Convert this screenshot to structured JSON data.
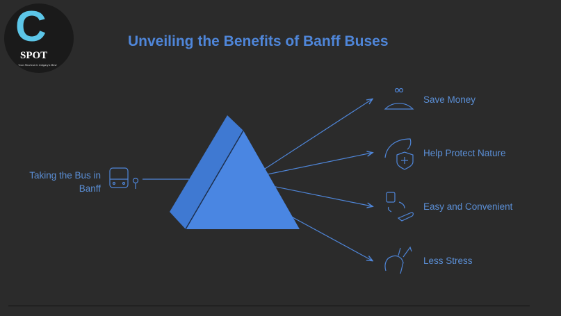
{
  "title": "Unveiling the Benefits of Banff Buses",
  "logo": {
    "letter": "C",
    "name": "SPOT",
    "tagline": "Your Shortcut to Calgary's Best"
  },
  "input": {
    "label_line1": "Taking the Bus in",
    "label_line2": "Banff",
    "icon": "bus-stop-icon"
  },
  "benefits": [
    {
      "label": "Save Money",
      "icon": "coin-purse-icon"
    },
    {
      "label": "Help Protect Nature",
      "icon": "leaf-shield-icon"
    },
    {
      "label": "Easy and Convenient",
      "icon": "bus-transfer-hand-icon"
    },
    {
      "label": "Less Stress",
      "icon": "head-massage-icon"
    }
  ],
  "colors": {
    "accent": "#4f86d9",
    "pyramid": "#4a86e2",
    "background": "#2b2b2b"
  }
}
